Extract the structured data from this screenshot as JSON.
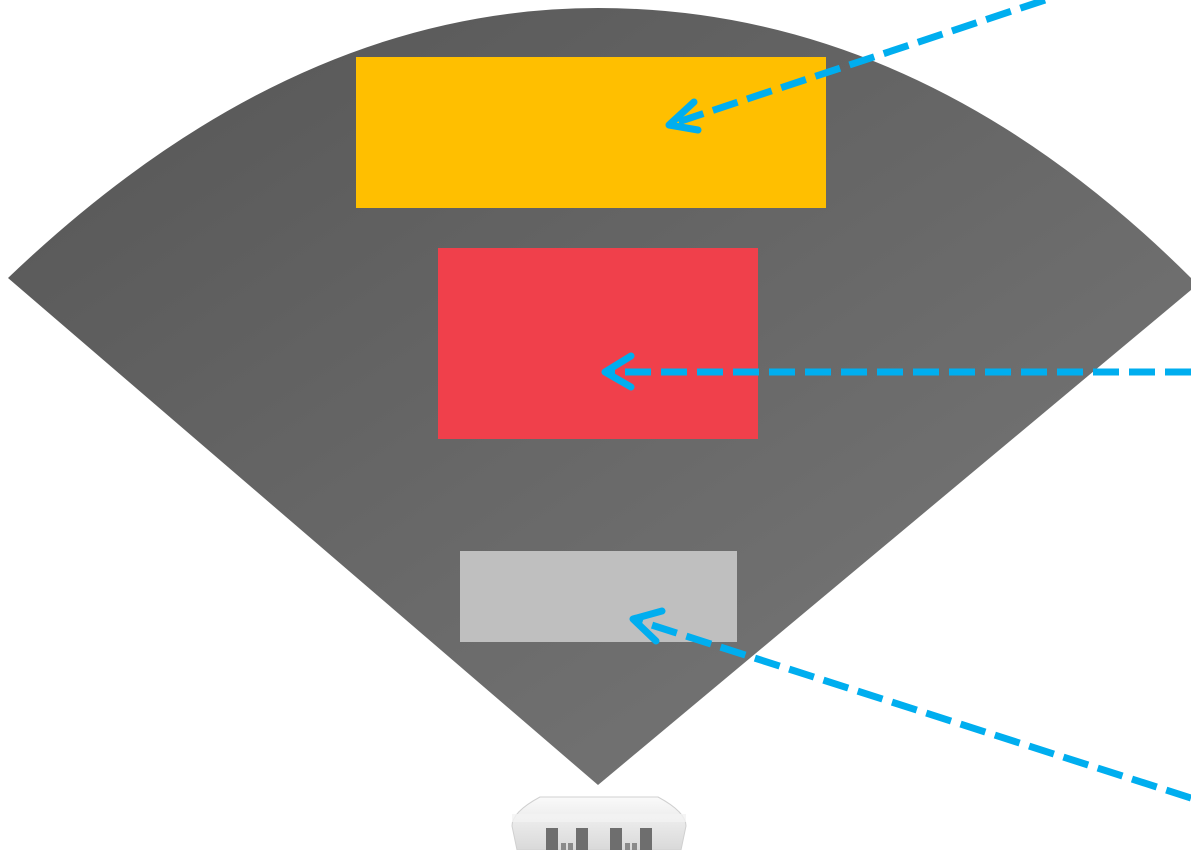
{
  "diagram": {
    "coverage_sector": {
      "gradient_start": "#555555",
      "gradient_end": "#7a7a7a"
    },
    "zones": [
      {
        "name": "far-zone",
        "color": "#FFBF00"
      },
      {
        "name": "middle-zone",
        "color": "#F0404B"
      },
      {
        "name": "near-zone",
        "color": "#BFBFBF"
      }
    ],
    "arrows": {
      "color": "#00AEEF",
      "style": "dashed"
    },
    "device": {
      "icon": "access-point-icon",
      "body_color": "#EBEBEB",
      "port_color": "#6E6E6E"
    }
  }
}
